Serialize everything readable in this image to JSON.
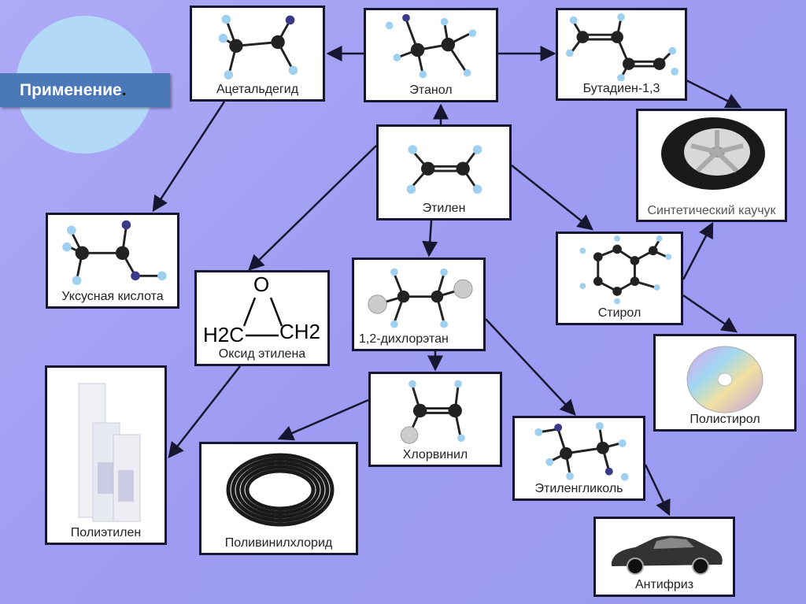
{
  "title": "Применение",
  "title_dot": ".",
  "nodes": {
    "acetaldehyde": "Ацетальдегид",
    "ethanol": "Этанол",
    "butadiene": "Бутадиен-1,3",
    "rubber": "Синтетический каучук",
    "ethylene": "Этилен",
    "acetic_acid": "Уксусная кислота",
    "ethylene_oxide": "Оксид этилена",
    "dichloroethane": "1,2-дихлорэтан",
    "styrene": "Стирол",
    "polystyrene": "Полистирол",
    "polyethylene": "Полиэтилен",
    "vinyl_chloride": "Хлорвинил",
    "pvc": "Поливинилхлорид",
    "ethylene_glycol": "Этиленгликоль",
    "antifreeze": "Антифриз"
  },
  "oxide_formula": {
    "o": "O",
    "left": "H2C",
    "right": "CH2"
  },
  "colors": {
    "background": "#9d9cf2",
    "banner": "#4a78b8",
    "circle": "#b3d9f9",
    "carbon": "#222222",
    "hydrogen": "#9fd0f0",
    "oxygen": "#3a3a8a",
    "chlorine": "#cccccc"
  }
}
